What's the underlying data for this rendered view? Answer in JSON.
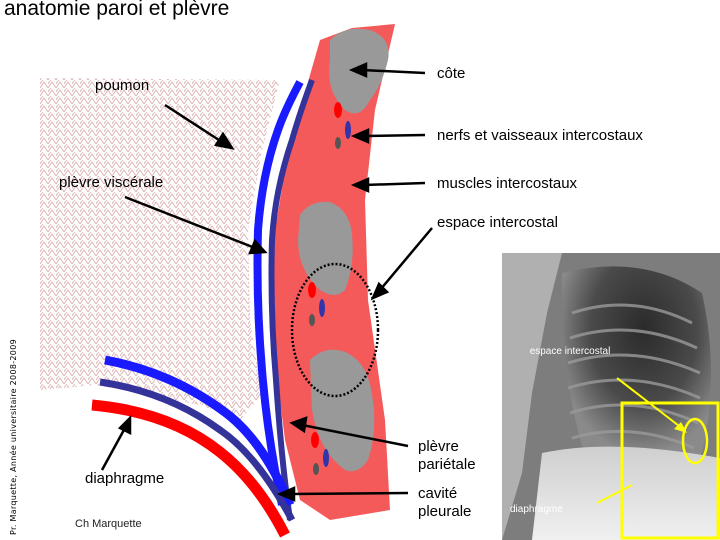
{
  "title": "anatomie paroi et plèvre",
  "labels": {
    "poumon": "poumon",
    "cote": "côte",
    "nerfs": "nerfs et vaisseaux intercostaux",
    "plevre_visc": "plèvre viscérale",
    "muscles": "muscles intercostaux",
    "espace": "espace intercostal",
    "diaphragme": "diaphragme",
    "plevre_par_1": "plèvre",
    "plevre_par_2": "pariétale",
    "cavite_1": "cavité",
    "cavite_2": "pleurale"
  },
  "credit": "Ch Marquette",
  "vertical_note": "Pr. Marquette, Année universitaire 2008-2009",
  "xray": {
    "label_espace": "espace intercostal",
    "label_diaphragme": "diaphragme"
  },
  "colors": {
    "wall": "#f55a5a",
    "rib": "#999999",
    "pleura_blue": "#1a1aff",
    "pleura_navy": "#33339a",
    "diaphragm_red": "#ff0000",
    "vessel_red": "#ff0000",
    "vessel_dark": "#555555",
    "highlight_yellow": "#ffff00"
  }
}
